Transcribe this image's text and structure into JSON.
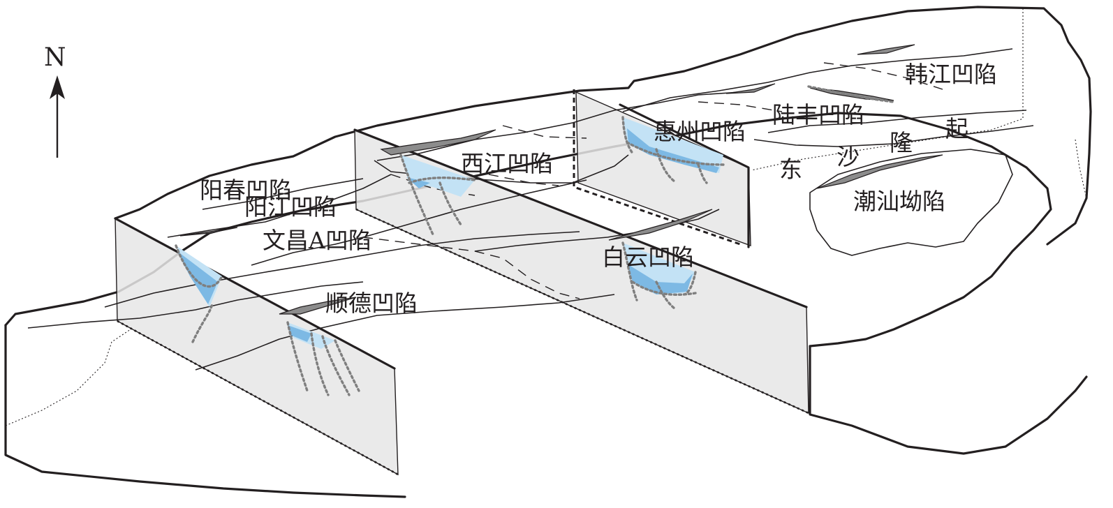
{
  "north": {
    "label": "N"
  },
  "labels": {
    "yangchun": "阳春凹陷",
    "yangjiang": "阳江凹陷",
    "wenchang": "文昌A凹陷",
    "shunde": "顺德凹陷",
    "xijiang": "西江凹陷",
    "baiyun": "白云凹陷",
    "huizhou": "惠州凹陷",
    "lufeng": "陆丰凹陷",
    "hanjiang": "韩江凹陷",
    "dongsha": [
      "东",
      "沙",
      "隆",
      "起"
    ],
    "chaoshan": "潮汕坳陷"
  },
  "colors": {
    "section_fill": "#e6e6e6",
    "basin_light": "#c3e2f5",
    "basin_dark": "#7db9e4",
    "strata_band": "#8c8c8c",
    "line": "#231f20"
  }
}
